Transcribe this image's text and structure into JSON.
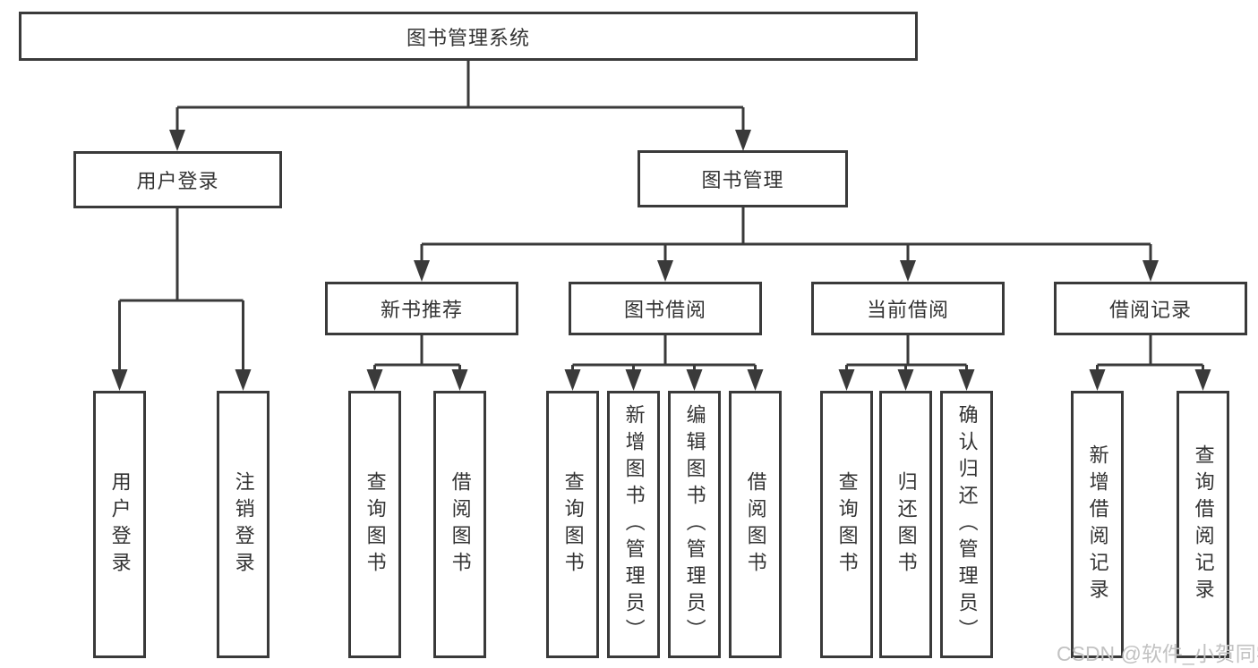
{
  "diagram": {
    "tree": {
      "label": "图书管理系统",
      "children": [
        {
          "label": "用户登录",
          "children": [
            {
              "label": "用户登录"
            },
            {
              "label": "注销登录"
            }
          ]
        },
        {
          "label": "图书管理",
          "children": [
            {
              "label": "新书推荐",
              "children": [
                {
                  "label": "查询图书"
                },
                {
                  "label": "借阅图书"
                }
              ]
            },
            {
              "label": "图书借阅",
              "children": [
                {
                  "label": "查询图书"
                },
                {
                  "label": "新增图书（管理员）"
                },
                {
                  "label": "编辑图书（管理员）"
                },
                {
                  "label": "借阅图书"
                }
              ]
            },
            {
              "label": "当前借阅",
              "children": [
                {
                  "label": "查询图书"
                },
                {
                  "label": "归还图书"
                },
                {
                  "label": "确认归还（管理员）"
                }
              ]
            },
            {
              "label": "借阅记录",
              "children": [
                {
                  "label": "新增借阅记录"
                },
                {
                  "label": "查询借阅记录"
                }
              ]
            }
          ]
        }
      ]
    },
    "watermark": "CSDN @软件_小贺同学",
    "colors": {
      "line": "#3a3a3a",
      "text": "#333333",
      "wm": "#c2c2c2",
      "bg": "#ffffff"
    }
  }
}
